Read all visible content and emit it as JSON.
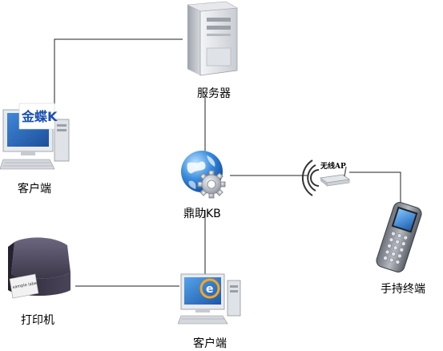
{
  "diagram": {
    "nodes": {
      "server": {
        "label": "服务器"
      },
      "client_left": {
        "label": "客户端",
        "screen_text": "金蝶K"
      },
      "hub": {
        "label": "鼎助KB"
      },
      "wireless_ap": {
        "label": "无线AP"
      },
      "handheld": {
        "label": "手持终端"
      },
      "printer": {
        "label": "打印机",
        "paper_text": "sample label"
      },
      "client_bottom": {
        "label": "客户端"
      }
    }
  }
}
